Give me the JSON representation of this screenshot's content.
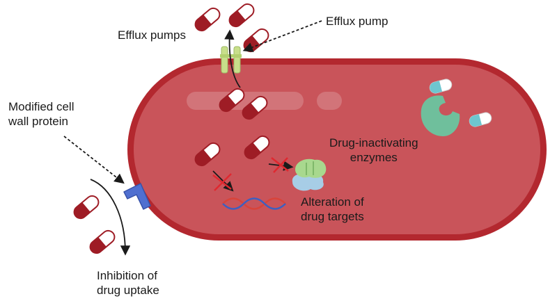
{
  "labels": {
    "efflux_pumps": "Efflux pumps",
    "efflux_pump": "Efflux pump",
    "modified_cell_wall_protein": [
      "Modified cell",
      "wall protein"
    ],
    "drug_inactivating_enzymes": [
      "Drug-inactivating",
      "enzymes"
    ],
    "alteration_of_drug_targets": [
      "Alteration of",
      "drug targets"
    ],
    "inhibition_of_drug_uptake": [
      "Inhibition of",
      "drug uptake"
    ]
  },
  "colors": {
    "cell_fill": "#c9545a",
    "cell_outline": "#b3282f",
    "capsule_red": "#9e1c25",
    "capsule_white": "#ffffff",
    "capsule_cyan": "#6ec6cf",
    "enzyme": "#6fbf9c",
    "pump": "#c8df8a",
    "wall_protein": "#4f6fd0",
    "dna_red": "#d9443a",
    "dna_blue": "#3f5fbf",
    "target_green": "#a8d88e",
    "target_blue": "#a7cde6",
    "x_mark": "#e0282f"
  },
  "icons": [
    "capsule-icon",
    "efflux-pump-icon",
    "enzyme-icon",
    "cell-wall-protein-icon",
    "dna-icon",
    "drug-target-icon",
    "blocked-x-icon"
  ]
}
